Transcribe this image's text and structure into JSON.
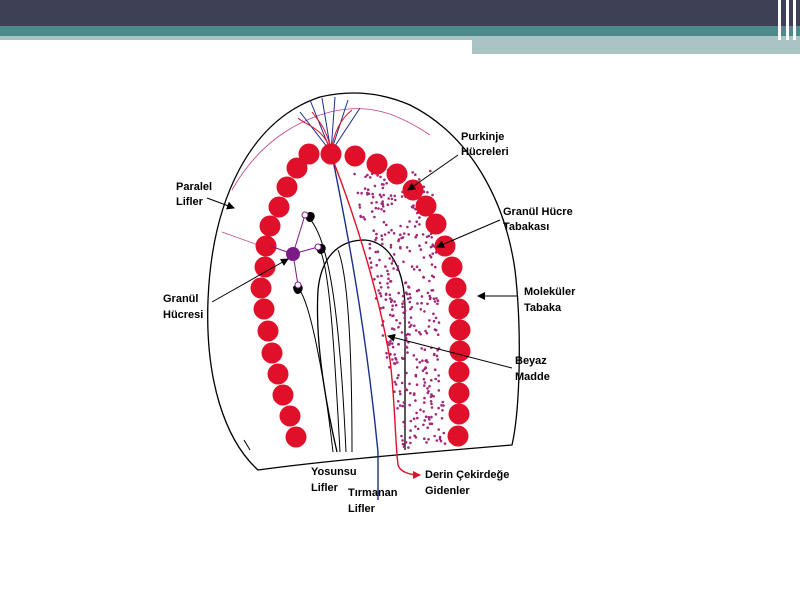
{
  "header": {
    "bar_color": "#3e4155",
    "accent_color": "#4d8a8c",
    "light_color": "#a9c4c5"
  },
  "diagram": {
    "labels": {
      "purkinje_l1": "Purkinje",
      "purkinje_l2": "Hücreleri",
      "paralel_l1": "Paralel",
      "paralel_l2": "Lifler",
      "granul_tabaka_l1": "Granül Hücre",
      "granul_tabaka_l2": "Tabakası",
      "molekuler_l1": "Moleküler",
      "molekuler_l2": "Tabaka",
      "granul_hucre_l1": "Granül",
      "granul_hucre_l2": "Hücresi",
      "beyaz_l1": "Beyaz",
      "beyaz_l2": "Madde",
      "yosunsu_l1": "Yosunsu",
      "yosunsu_l2": "Lifler",
      "tirmanan_l1": "Tırmanan",
      "tirmanan_l2": "Lifler",
      "derin_l1": "Derin Çekirdeğe",
      "derin_l2": "Gidenler"
    },
    "colors": {
      "purkinje": "#e0102a",
      "granule_dots": "#a0287a",
      "granule_cell": "#7b1b86",
      "climbing": "#1a2f8a",
      "efferent": "#e0102a",
      "parallel": "#c0408c"
    }
  }
}
